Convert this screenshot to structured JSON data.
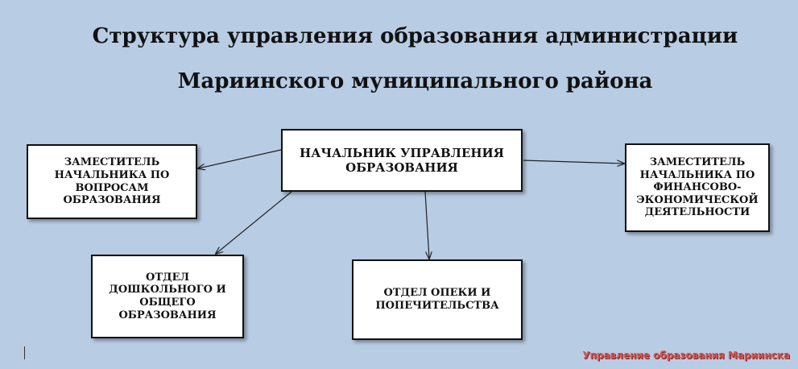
{
  "diagram": {
    "title_line1": "Структура управления образования администрации",
    "title_line2": "Мариинского муниципального района",
    "nodes": {
      "head": {
        "lines": [
          "НАЧАЛЬНИК УПРАВЛЕНИЯ",
          "ОБРАЗОВАНИЯ"
        ]
      },
      "deputy_education": {
        "lines": [
          "ЗАМЕСТИТЕЛЬ",
          "НАЧАЛЬНИКА ПО",
          "ВОПРОСАМ",
          "ОБРАЗОВАНИЯ"
        ]
      },
      "deputy_finance": {
        "lines": [
          "ЗАМЕСТИТЕЛЬ",
          "НАЧАЛЬНИКА ПО",
          "ФИНАНСОВО-",
          "ЭКОНОМИЧЕСКОЙ",
          "ДЕЯТЕЛЬНОСТИ"
        ]
      },
      "preschool_dept": {
        "lines": [
          "ОТДЕЛ",
          "ДОШКОЛЬНОГО И",
          "ОБЩЕГО",
          "ОБРАЗОВАНИЯ"
        ]
      },
      "custody_dept": {
        "lines": [
          "ОТДЕЛ ОПЕКИ И",
          "ПОПЕЧИТЕЛЬСТВА"
        ]
      }
    },
    "edges": [
      {
        "from": "head",
        "to": "deputy_education"
      },
      {
        "from": "head",
        "to": "deputy_finance"
      },
      {
        "from": "head",
        "to": "preschool_dept"
      },
      {
        "from": "head",
        "to": "custody_dept"
      }
    ],
    "watermark": "Управление образования Мариинска"
  },
  "colors": {
    "background": "#b8cce4",
    "box_fill": "#ffffff",
    "box_border": "#111111",
    "watermark": "#d9534f"
  }
}
